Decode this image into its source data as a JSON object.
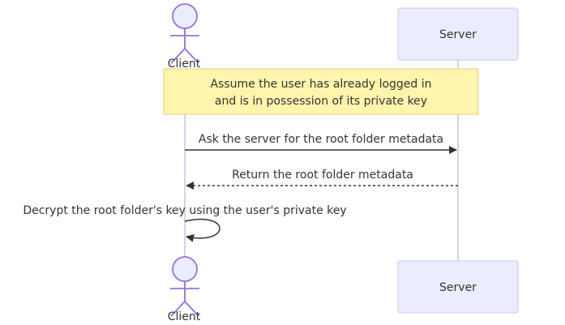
{
  "actors": {
    "client": {
      "name": "Client"
    },
    "server": {
      "name": "Server"
    }
  },
  "note": {
    "line1": "Assume the user has already logged in",
    "line2": "and is in possession of its private key"
  },
  "messages": [
    {
      "text": "Ask the server for the root folder metadata",
      "style": "solid"
    },
    {
      "text": "Return the root folder metadata",
      "style": "dashed"
    },
    {
      "text": "Decrypt the root folder's key using the user's private key",
      "style": "self"
    }
  ],
  "colors": {
    "actor_fill": "#ececff",
    "actor_stroke": "#9370db",
    "note_fill": "#fff5ad",
    "line": "#333333"
  }
}
